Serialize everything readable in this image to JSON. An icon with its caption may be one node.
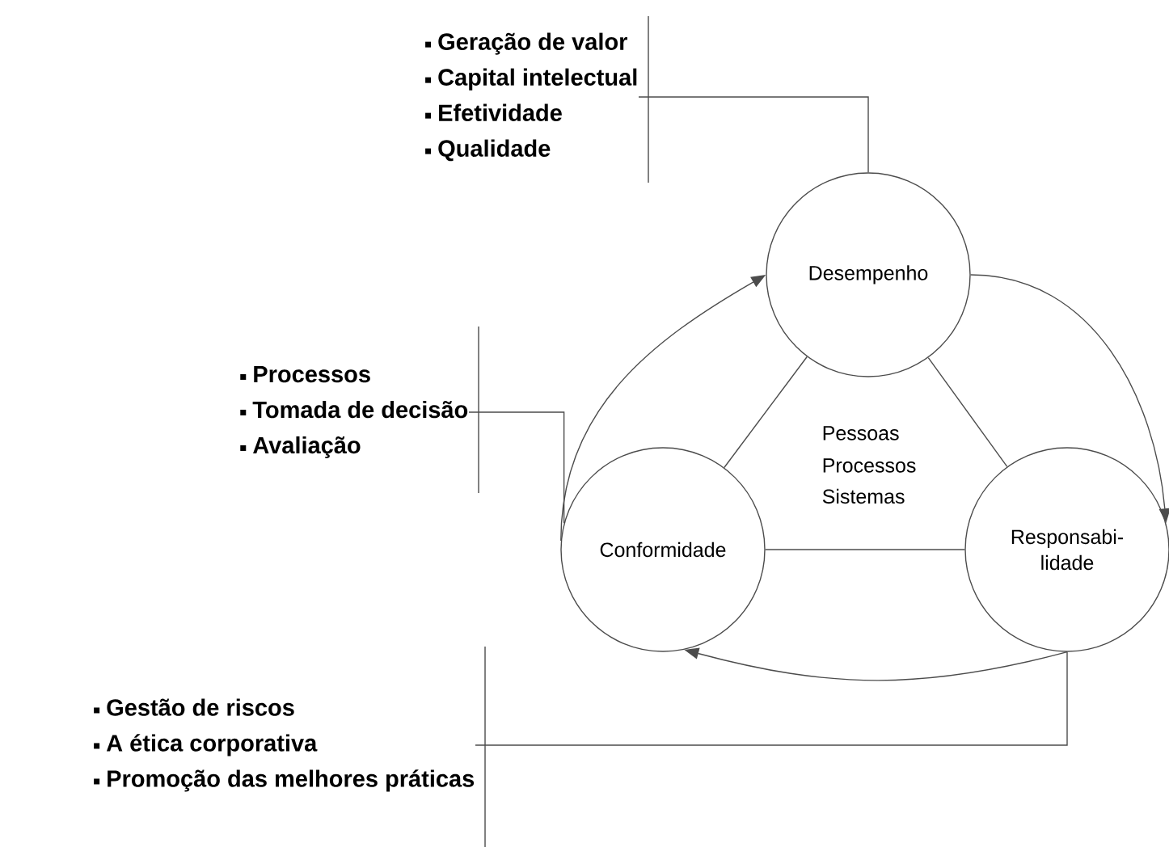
{
  "diagram": {
    "nodes": [
      {
        "text": [
          "Desempenho"
        ]
      },
      {
        "text": [
          "Conformidade"
        ]
      },
      {
        "text": [
          "Responsabi- lidade"
        ]
      },
      {
        "text": [
          "Geração de valor",
          "Capital intelectual",
          "Efetividade",
          "Qualidade"
        ]
      },
      {
        "text": [
          "Processos",
          "Tomada de decisão",
          "Avaliação"
        ]
      },
      {
        "text": [
          "Gestão de riscos",
          "A ética corporativa",
          "Promoção das melhores práticas"
        ]
      }
    ],
    "edges": [
      {
        "from": 0,
        "to": 1,
        "arrow": "none"
      },
      {
        "from": 0,
        "to": 2,
        "arrow": "none"
      },
      {
        "from": 1,
        "to": 2,
        "arrow": "none"
      },
      {
        "from": 1,
        "to": 0,
        "arrow": "to"
      },
      {
        "from": 0,
        "to": 2,
        "arrow": "to"
      },
      {
        "from": 2,
        "to": 1,
        "arrow": "to"
      },
      {
        "from": 3,
        "to": 0,
        "arrow": "none"
      },
      {
        "from": 4,
        "to": 1,
        "arrow": "none"
      },
      {
        "from": 5,
        "to": 2,
        "arrow": "none"
      }
    ],
    "labels": [
      "Pessoas",
      "Processos",
      "Sistemas"
    ]
  }
}
